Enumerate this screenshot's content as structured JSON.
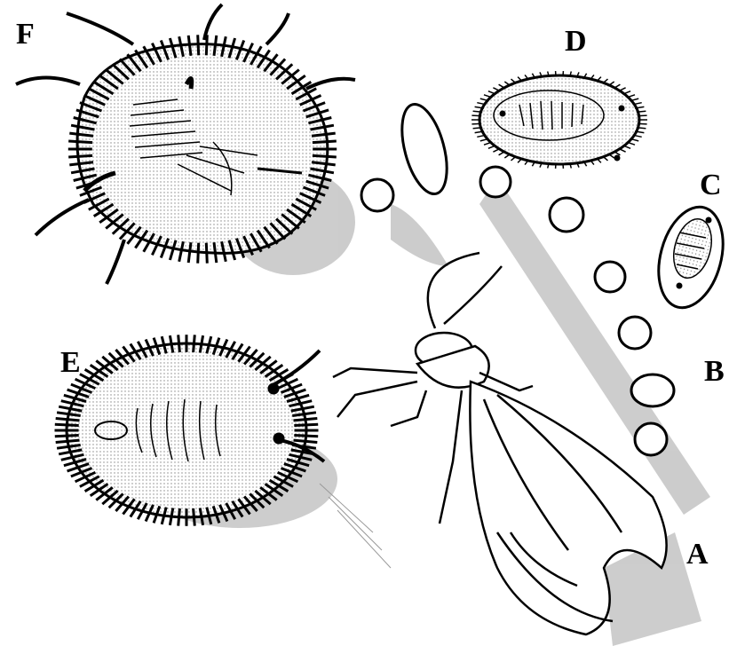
{
  "labels": {
    "a": "A",
    "b": "B",
    "c": "C",
    "d": "D",
    "e": "E",
    "f": "F"
  },
  "colors": {
    "ink": "#000000",
    "shadow": "#bdbdbd",
    "paper": "#ffffff"
  }
}
